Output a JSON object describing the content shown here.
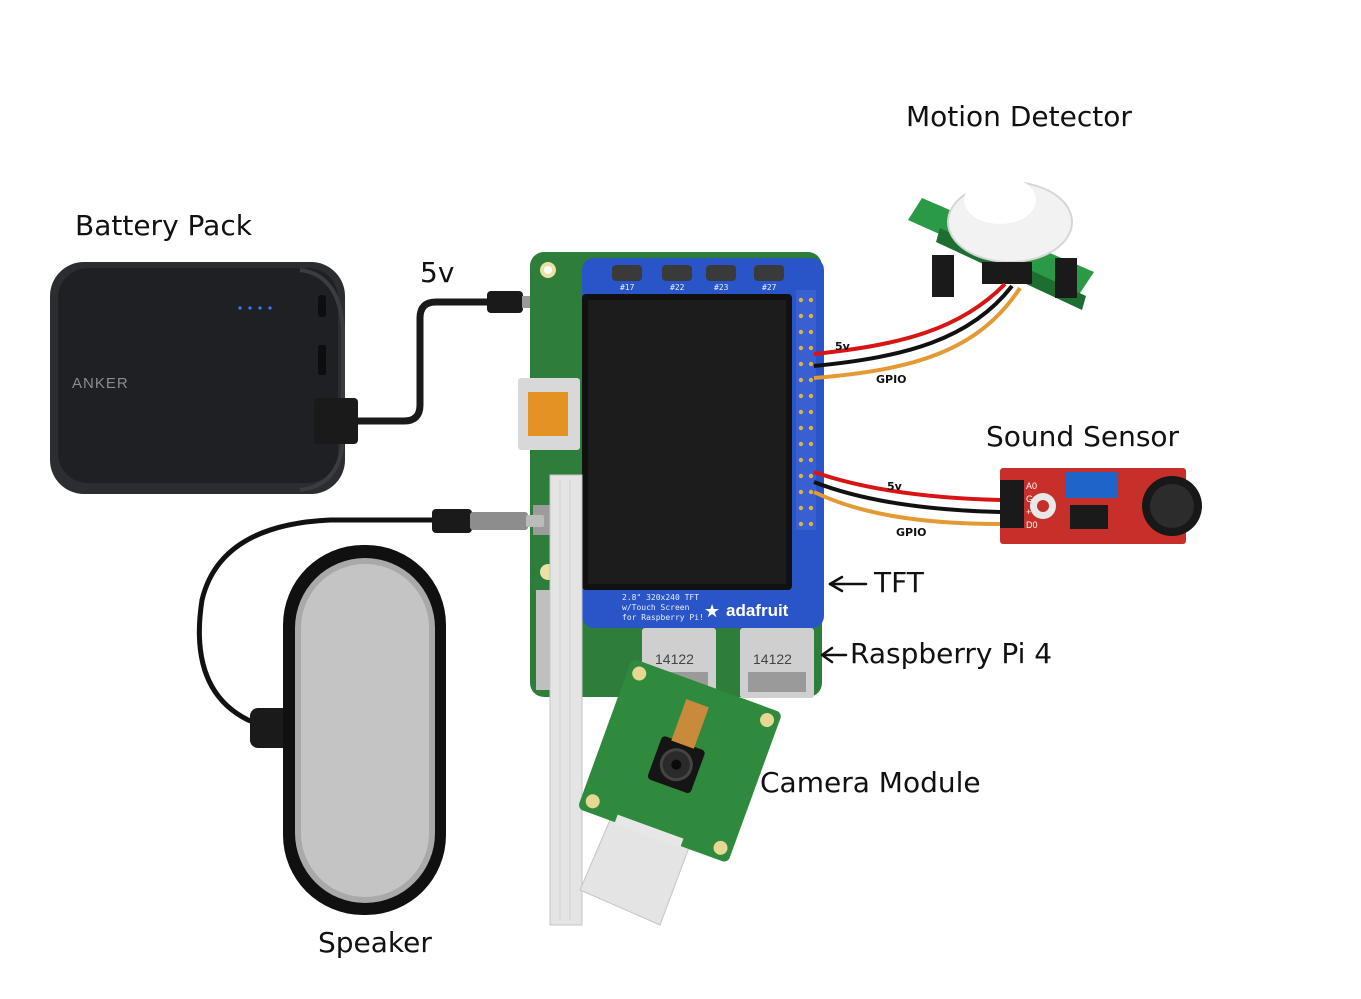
{
  "labels": {
    "battery": "Battery Pack",
    "battery_voltage": "5v",
    "motion": "Motion Detector",
    "sound": "Sound Sensor",
    "tft": "TFT",
    "pi": "Raspberry Pi 4",
    "camera": "Camera Module",
    "speaker": "Speaker"
  },
  "motion_wires": {
    "power": "5v",
    "signal": "GPIO"
  },
  "sound_wires": {
    "power": "5v",
    "signal": "GPIO"
  },
  "battery_brand": "ANKER",
  "tft_board": {
    "buttons": [
      "#17",
      "#22",
      "#23",
      "#27"
    ],
    "caption": [
      "2.8\" 320x240 TFT",
      "w/Touch Screen",
      "for Raspberry Pi!"
    ],
    "brand": "adafruit"
  },
  "usb_ports": [
    "14122",
    "14122"
  ],
  "sound_board_pins": [
    "A0",
    "G",
    "+",
    "D0"
  ],
  "colors": {
    "pcb_green": "#2f7d3b",
    "tft_blue": "#2a55c9",
    "wire_red": "#d91414",
    "wire_black": "#111111",
    "wire_orange": "#e39a35",
    "sound_board_red": "#c7302a"
  }
}
